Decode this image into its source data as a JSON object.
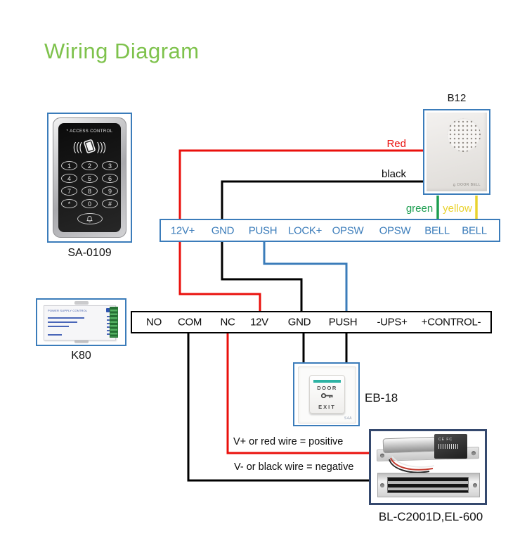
{
  "title": "Wiring Diagram",
  "colors": {
    "title-green": "#7ec24c",
    "blue": "#3b7cba",
    "wire-red": "#ea100c",
    "wire-black": "#000000",
    "wire-green": "#1d9e50",
    "wire-yellow": "#e9d22e",
    "navy": "#35496e",
    "teal": "#2eb3a4"
  },
  "devices": {
    "keypad": {
      "label": "SA-0109",
      "panel_title": "* ACCESS CONTROL",
      "keys": [
        "1",
        "2",
        "3",
        "4",
        "5",
        "6",
        "7",
        "8",
        "9",
        "*",
        "0",
        "#"
      ]
    },
    "doorbell": {
      "label": "B12",
      "panel_text": "DOOR BELL"
    },
    "psu": {
      "label": "K80",
      "panel_text": "POWER SUPPLY CONTROL"
    },
    "exit_button": {
      "label": "EB-18",
      "line1": "DOOR",
      "line2": "EXIT",
      "brand": "S4A"
    },
    "lock": {
      "label": "BL-C2001D,EL-600",
      "cap_text": "CE FC"
    }
  },
  "strips": {
    "top": {
      "terminals": [
        "12V+",
        "GND",
        "PUSH",
        "LOCK+",
        "OPSW",
        "OPSW",
        "BELL",
        "BELL"
      ]
    },
    "bottom": {
      "terminals": [
        "NO",
        "COM",
        "NC",
        "12V",
        "GND",
        "PUSH",
        "-UPS+",
        "+CONTROL-"
      ]
    }
  },
  "wire_labels": {
    "red": "Red",
    "black": "black",
    "green": "green",
    "yellow": "yellow"
  },
  "notes": {
    "positive": "V+ or red wire = positive",
    "negative": "V- or black wire = negative"
  },
  "icons": {
    "waves_left": "(((",
    "waves_right": ")))"
  }
}
